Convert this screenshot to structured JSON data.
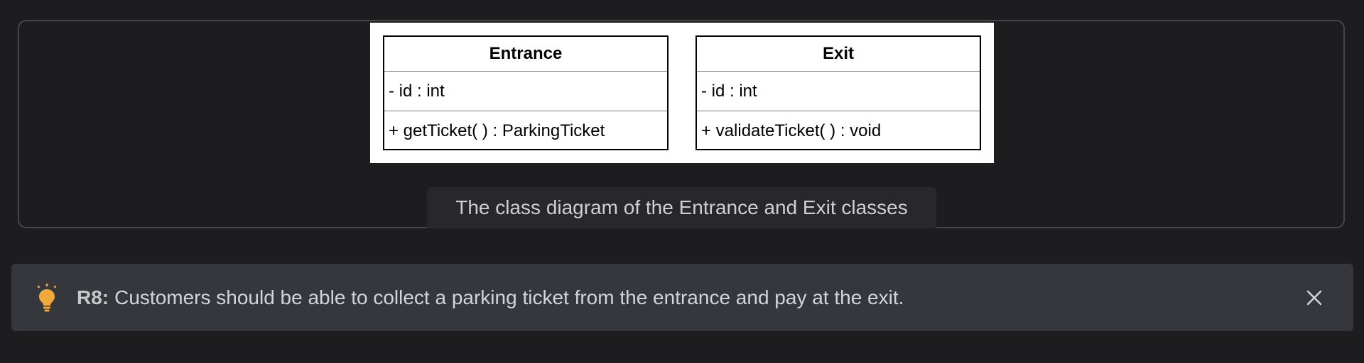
{
  "diagram": {
    "classes": [
      {
        "name": "Entrance",
        "attribute": "- id : int",
        "method": "+ getTicket( ) : ParkingTicket"
      },
      {
        "name": "Exit",
        "attribute": "- id : int",
        "method": "+ validateTicket( ) : void"
      }
    ],
    "caption": "The class diagram of the Entrance and Exit classes"
  },
  "banner": {
    "icon": "lightbulb-icon",
    "icon_color": "#f2a93b",
    "tag": "R8:",
    "text": "Customers should be able to collect a parking ticket from the entrance and pay at the exit.",
    "close_icon": "close-icon"
  }
}
